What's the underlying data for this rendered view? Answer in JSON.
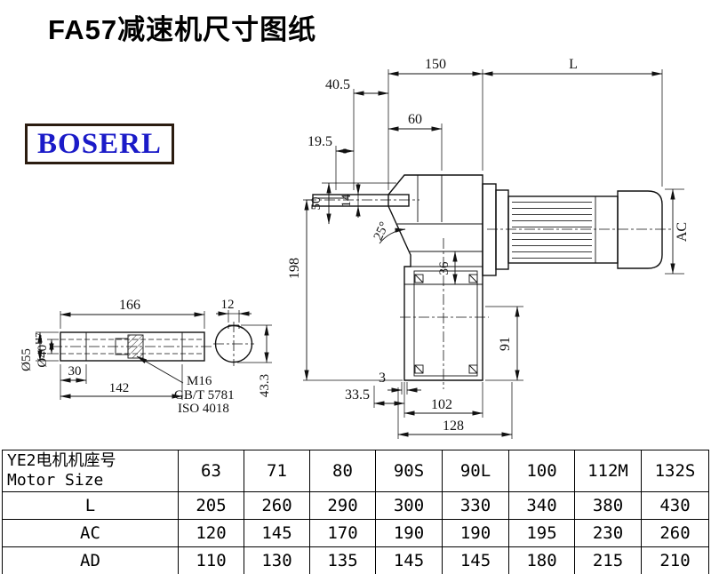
{
  "page": {
    "title": "FA57减速机尺寸图纸",
    "logo_text": "BOSERL"
  },
  "drawing": {
    "dims": {
      "top_150": "150",
      "top_L": "L",
      "d40_5": "40.5",
      "d60": "60",
      "d19_5": "19.5",
      "d50": "50",
      "d14": "14",
      "angle": "25°",
      "d198": "198",
      "ac": "AC",
      "d36": "36",
      "d91": "91",
      "d3": "3",
      "d33_5": "33.5",
      "d102": "102",
      "d128": "128",
      "d166": "166",
      "d12": "12",
      "d30": "30",
      "d142": "142",
      "dia55": "Ø55",
      "dia40_base": "Ø40",
      "dia40_sup": "H7",
      "d43_3": "43.3"
    },
    "notes": {
      "thread": "M16",
      "std_gb": "GB/T 5781",
      "std_iso": "ISO 4018"
    }
  },
  "table": {
    "row_header_line1": "YE2电机机座号",
    "row_header_line2": "Motor Size",
    "columns": [
      "63",
      "71",
      "80",
      "90S",
      "90L",
      "100",
      "112M",
      "132S"
    ],
    "rows": [
      {
        "label": "L",
        "values": [
          "205",
          "260",
          "290",
          "300",
          "330",
          "340",
          "380",
          "430"
        ]
      },
      {
        "label": "AC",
        "values": [
          "120",
          "145",
          "170",
          "190",
          "190",
          "195",
          "230",
          "260"
        ]
      },
      {
        "label": "AD",
        "values": [
          "110",
          "130",
          "135",
          "145",
          "145",
          "180",
          "215",
          "210"
        ]
      }
    ]
  }
}
